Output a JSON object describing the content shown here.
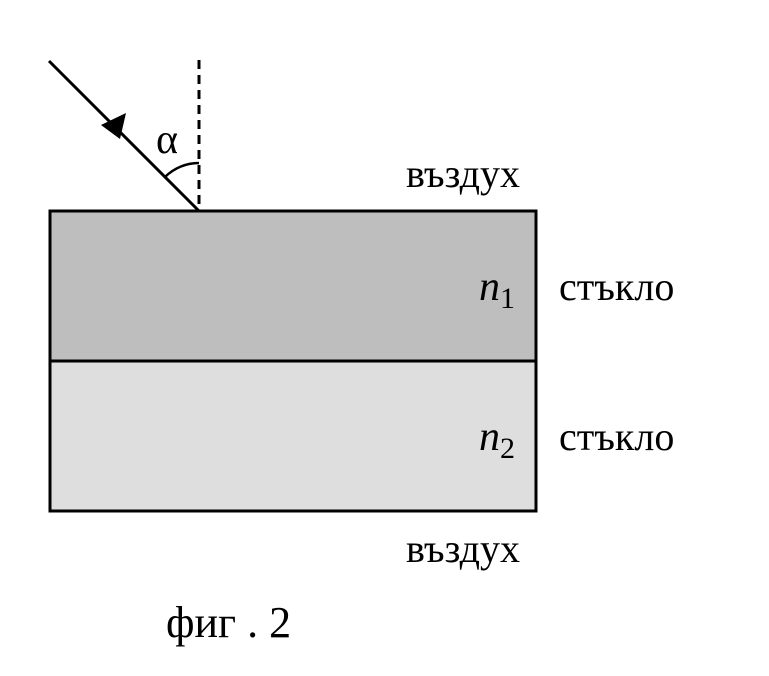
{
  "diagram": {
    "angle_symbol": "α",
    "top_medium": "въздух",
    "bottom_medium": "въздух",
    "layers": [
      {
        "index_letter": "n",
        "index_subscript": "1",
        "material": "стъкло",
        "fill": "#bebebe"
      },
      {
        "index_letter": "n",
        "index_subscript": "2",
        "material": "стъкло",
        "fill": "#dedede"
      }
    ],
    "caption": "фиг . 2",
    "colors": {
      "outline": "#000000",
      "background": "#ffffff"
    }
  }
}
